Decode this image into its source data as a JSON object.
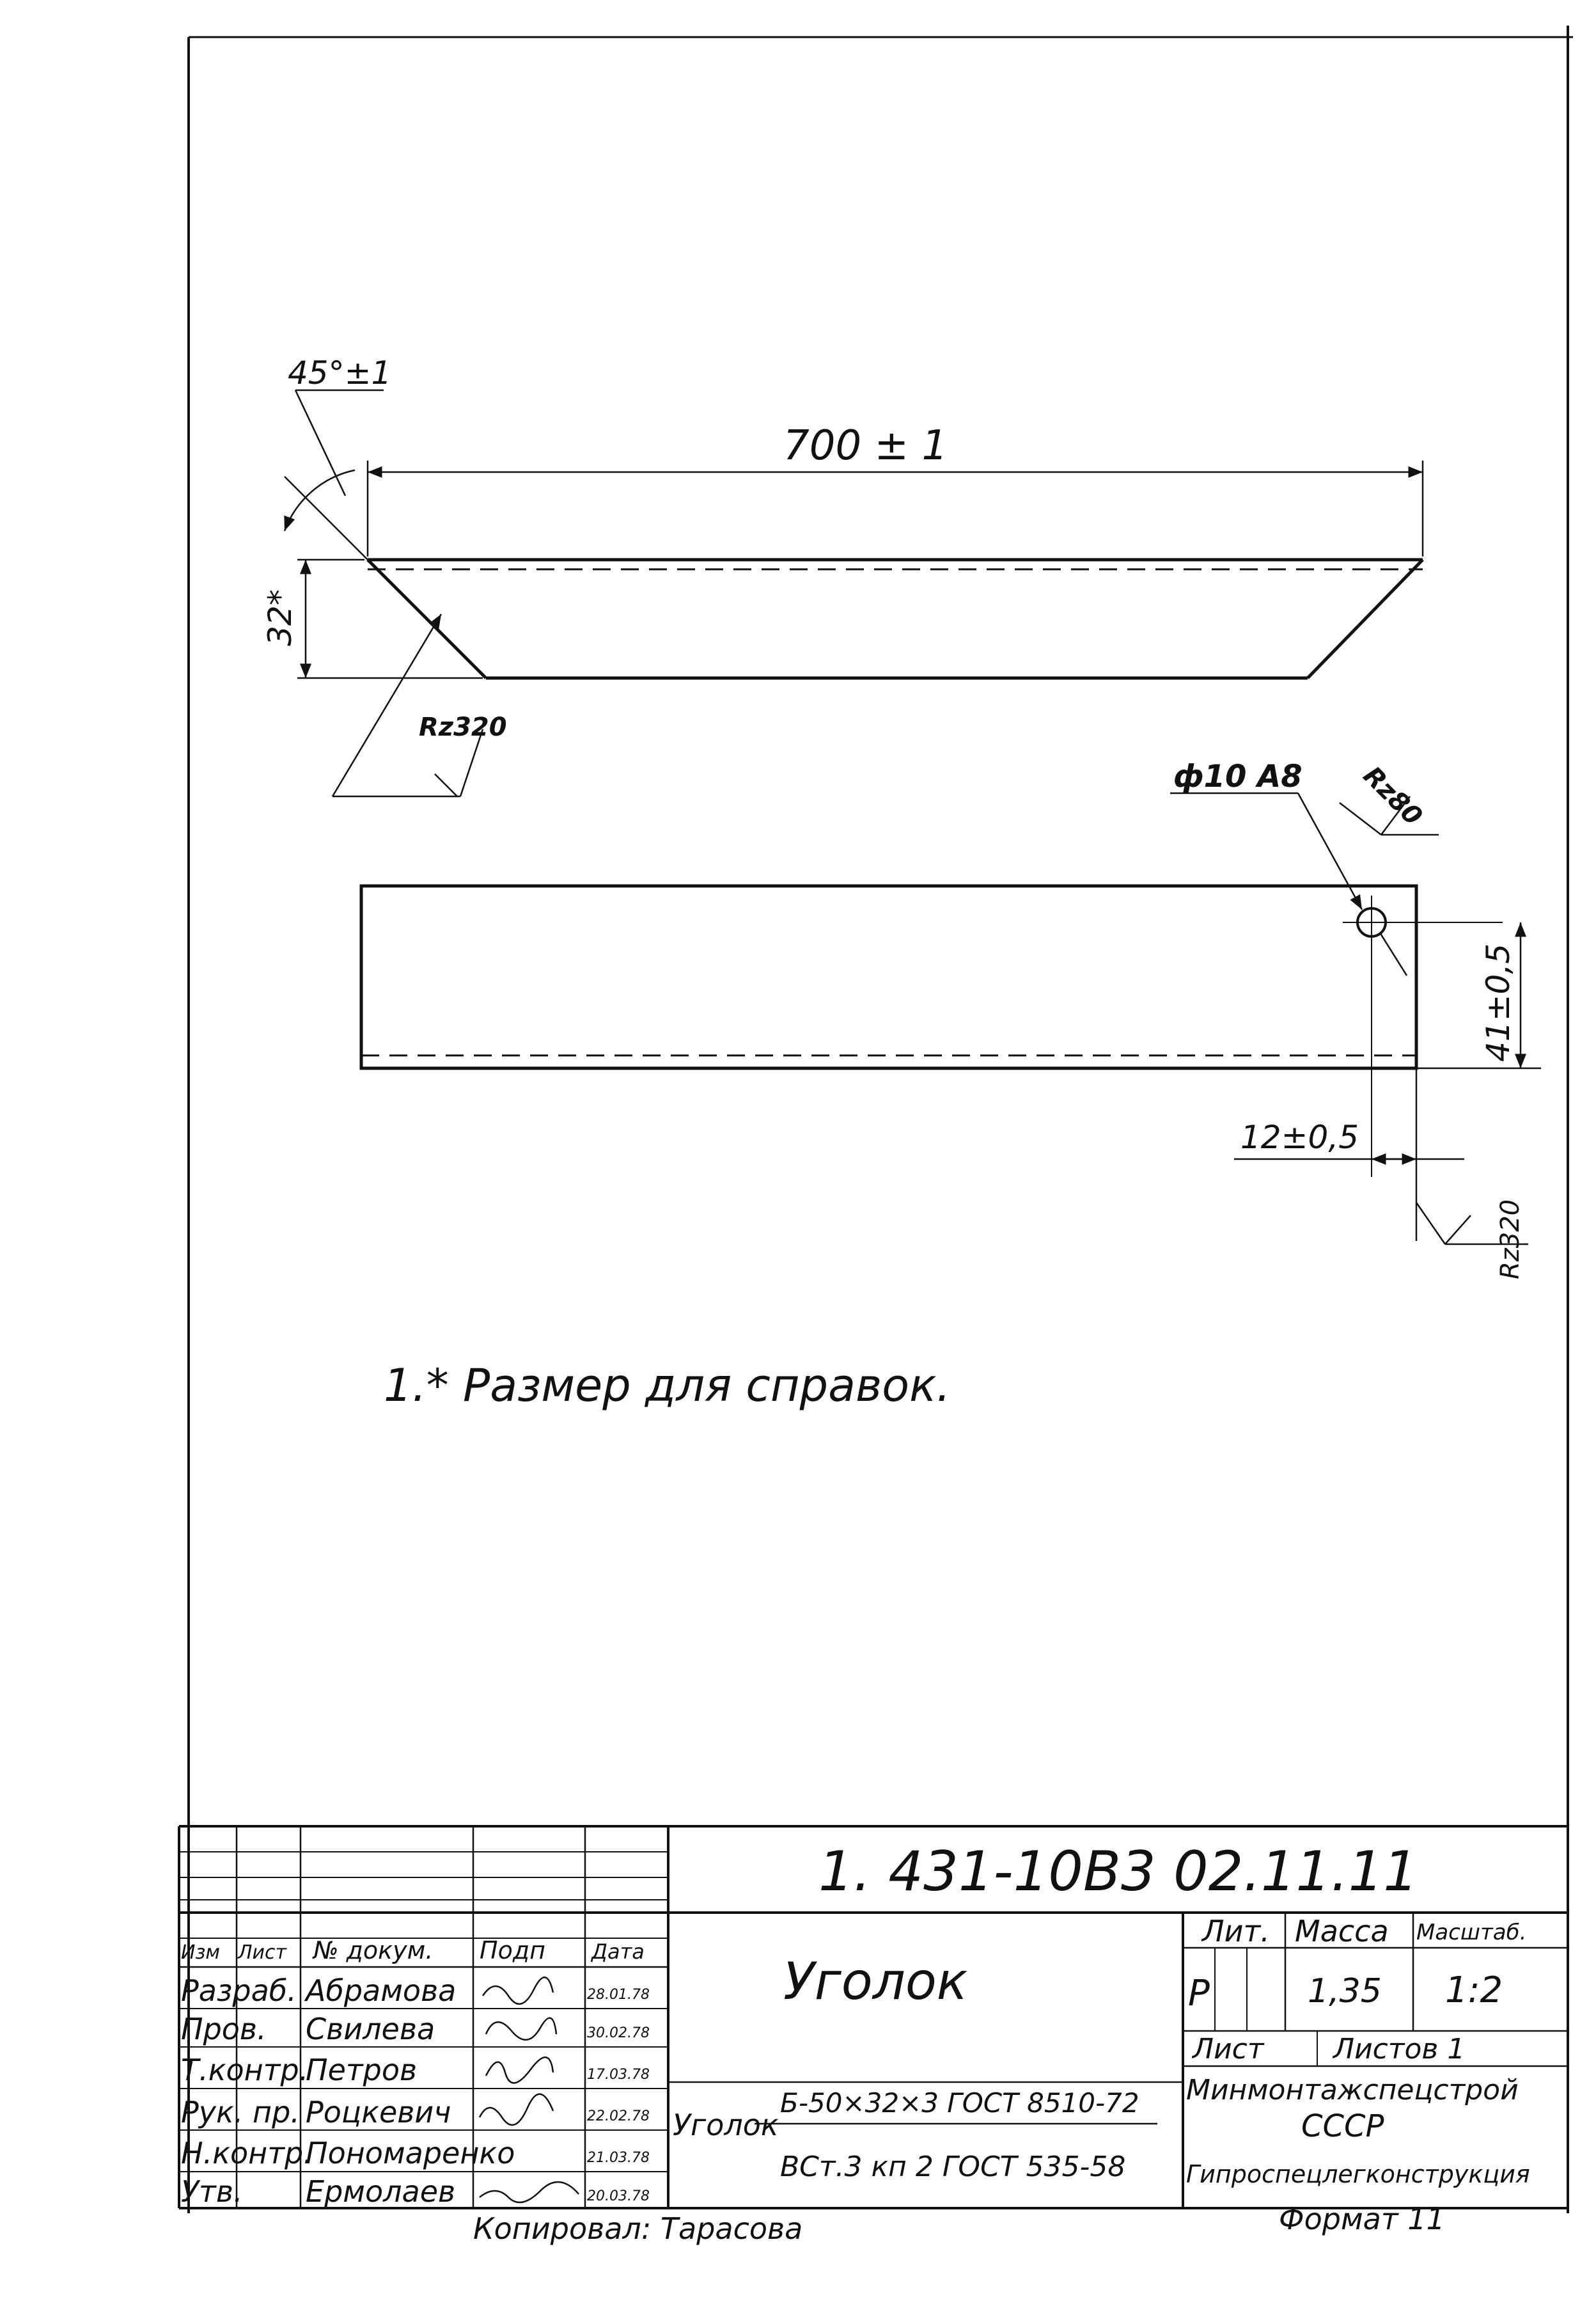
{
  "drawing": {
    "angle_dim": "45°±1",
    "length_dim": "700 ± 1",
    "height_dim": "32*",
    "rough_side": "Rz320",
    "hole_dim": "ф10 А8",
    "rough_hole": "Rz80",
    "hole_offset_v": "41±0,5",
    "hole_offset_h": "12±0,5",
    "rough_end": "Rz320",
    "note": "1.* Размер для справок."
  },
  "title_block": {
    "designation": "1. 431-10В3 02.11.11",
    "name": "Уголок",
    "headers": {
      "izm": "Изм",
      "list": "Лист",
      "doc": "№ докум.",
      "sign": "Подп",
      "date": "Дата"
    },
    "staff": [
      {
        "role": "Разраб.",
        "name": "Абрамова",
        "date": "28.01.78"
      },
      {
        "role": "Пров.",
        "name": "Свилева",
        "date": "30.02.78"
      },
      {
        "role": "Т.контр.",
        "name": "Петров",
        "date": "17.03.78"
      },
      {
        "role": "Рук. пр.",
        "name": "Роцкевич",
        "date": "22.02.78"
      },
      {
        "role": "Н.контр.",
        "name": "Пономаренко",
        "date": "21.03.78"
      },
      {
        "role": "Утв.",
        "name": "Ермолаев",
        "date": "20.03.78"
      }
    ],
    "material_label": "Уголок",
    "material_top": "Б-50×32×3 ГОСТ 8510-72",
    "material_bottom": "ВСт.3 кп 2 ГОСТ 535-58",
    "lit_label": "Лит.",
    "mass_label": "Масса",
    "scale_label": "Масштаб.",
    "lit_value": "Р",
    "mass_value": "1,35",
    "scale_value": "1:2",
    "sheet_label": "Лист",
    "sheets_label": "Листов 1",
    "org_line1": "Минмонтажспецстрой",
    "org_line2": "СССР",
    "org_line3": "Гипроспецлегконструкция",
    "copied": "Копировал: Тарасова",
    "format": "Формат 11"
  }
}
